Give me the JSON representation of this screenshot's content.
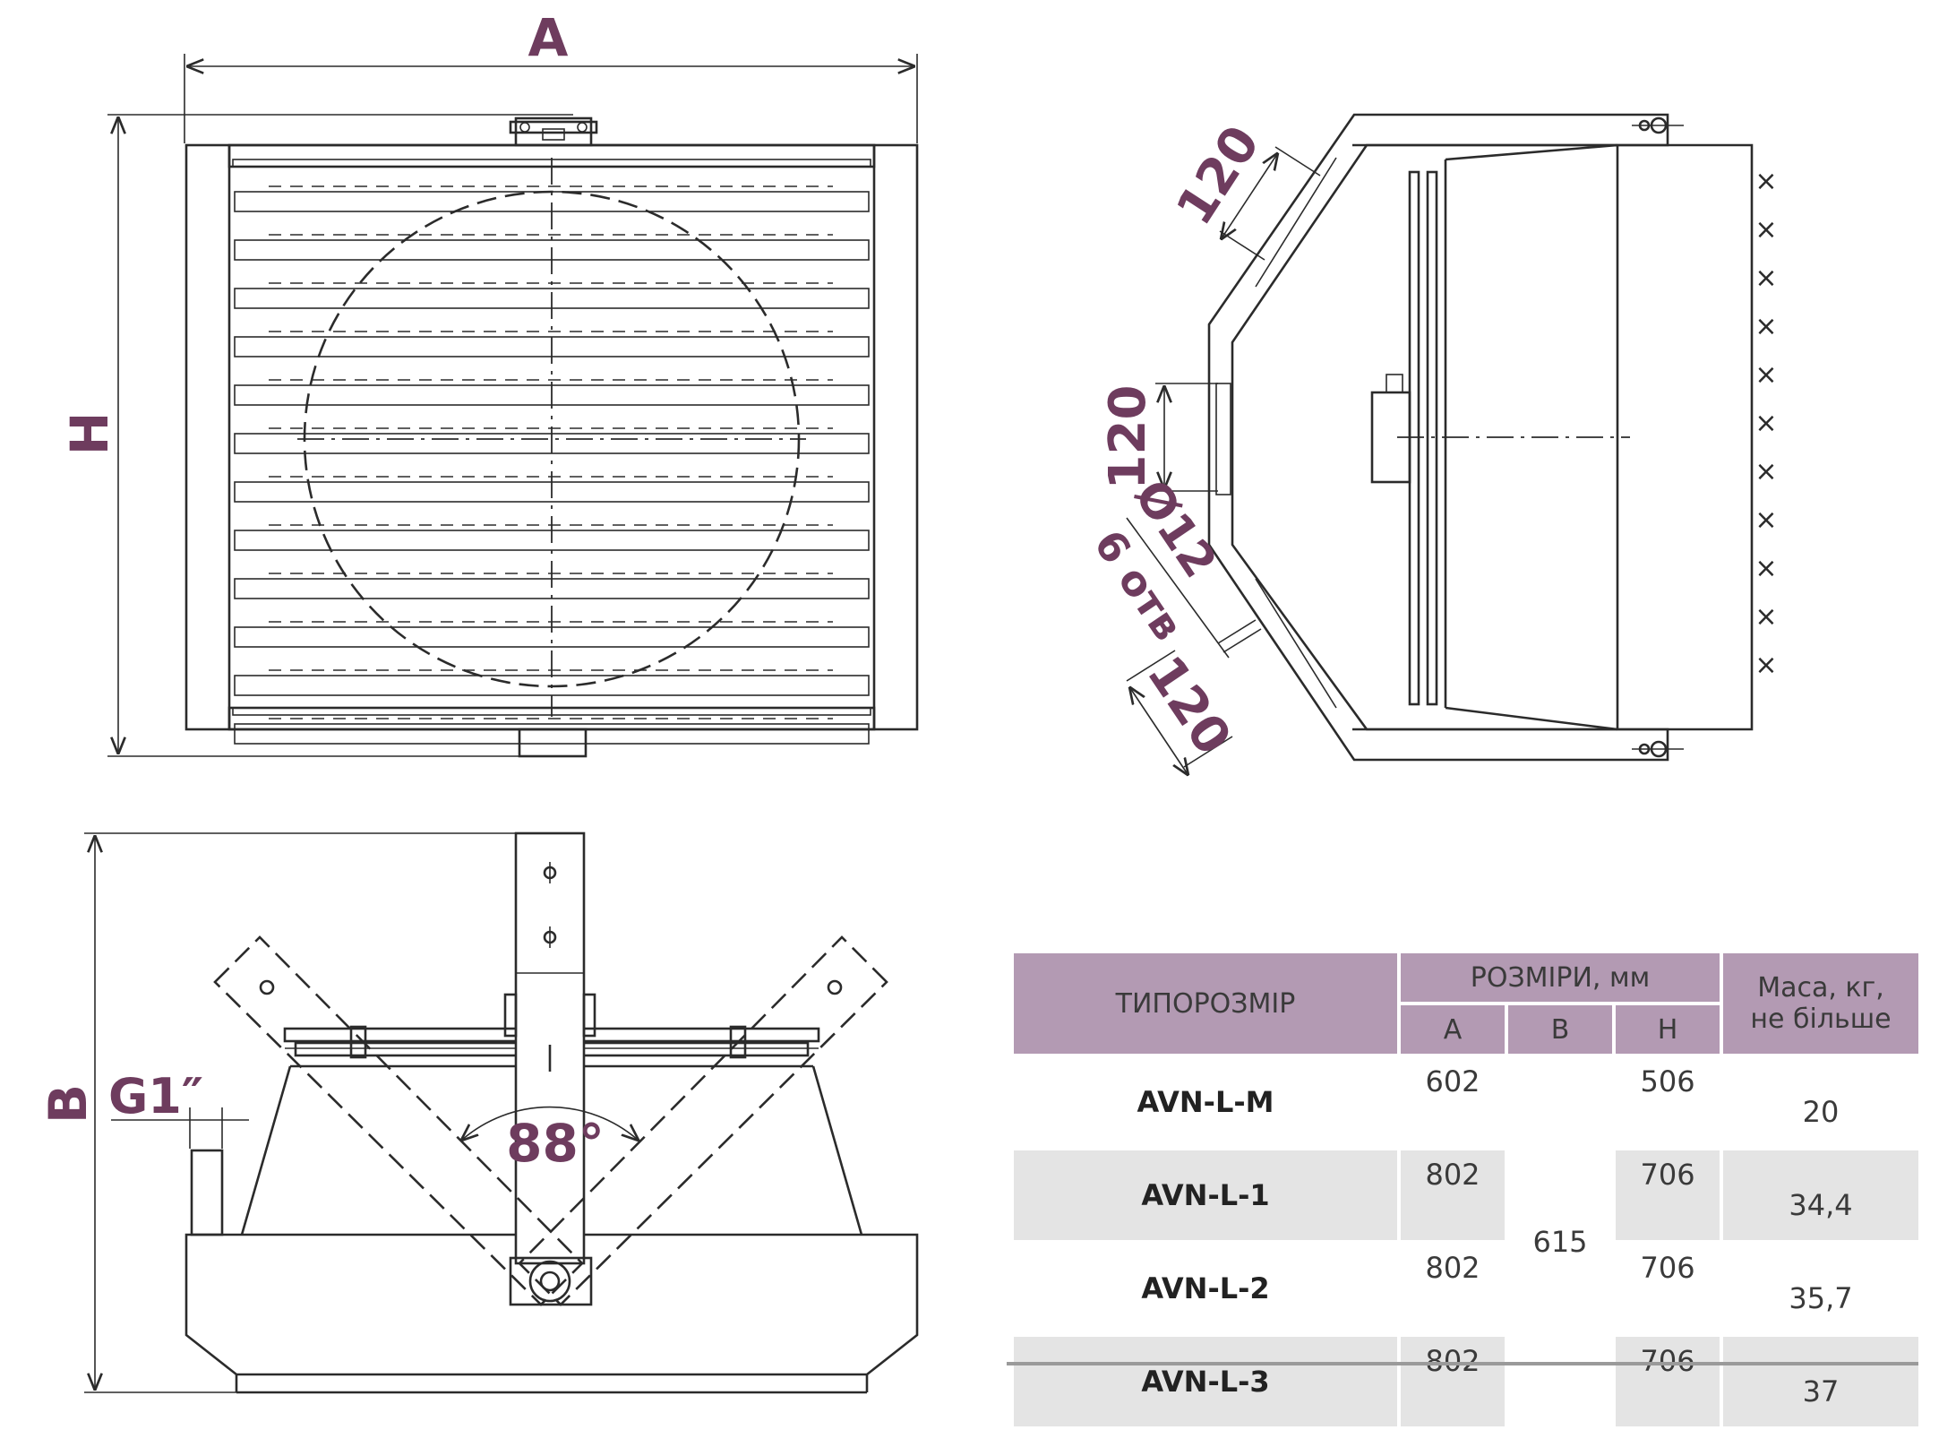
{
  "dimensions": {
    "a": "A",
    "h": "H",
    "b": "B",
    "g": "G1″",
    "angle": "88°",
    "d120_top": "120",
    "d120_mid": "120",
    "d120_bot": "120",
    "hole_dia": "Ø12",
    "holes": "6 отв"
  },
  "table": {
    "col_model": "ТИПОРОЗМІР",
    "col_sizes": "РОЗМІРИ, мм",
    "col_a": "A",
    "col_b": "B",
    "col_h": "H",
    "col_mass_1": "Маса, кг,",
    "col_mass_2": "не більше",
    "b_value": "615",
    "rows": [
      {
        "model": "AVN-L-M",
        "a": "602",
        "h": "506",
        "mass": "20"
      },
      {
        "model": "AVN-L-1",
        "a": "802",
        "h": "706",
        "mass": "34,4"
      },
      {
        "model": "AVN-L-2",
        "a": "802",
        "h": "706",
        "mass": "35,7"
      },
      {
        "model": "AVN-L-3",
        "a": "802",
        "h": "706",
        "mass": "37"
      }
    ]
  }
}
